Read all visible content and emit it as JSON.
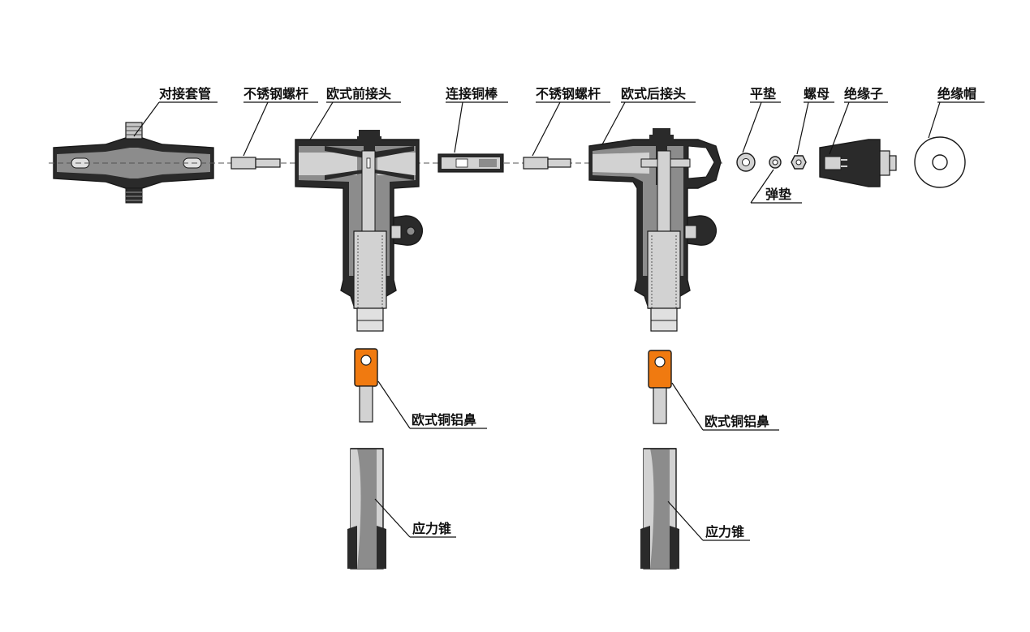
{
  "labels": {
    "butt_sleeve": "对接套管",
    "stainless_bolt_1": "不锈钢螺杆",
    "front_connector": "欧式前接头",
    "copper_rod": "连接铜棒",
    "stainless_bolt_2": "不锈钢螺杆",
    "rear_connector": "欧式后接头",
    "flat_washer": "平垫",
    "spring_washer": "弹垫",
    "nut": "螺母",
    "insulator": "绝缘子",
    "insulating_cap": "绝缘帽",
    "lug_1": "欧式铜铝鼻",
    "lug_2": "欧式铜铝鼻",
    "stress_cone_1": "应力锥",
    "stress_cone_2": "应力锥"
  },
  "colors": {
    "black_rubber": "#2a2a2a",
    "gray_body": "#8c8c8c",
    "light_gray": "#d2d2d2",
    "copper_lug": "#f07a10",
    "outline": "#1a1a1a"
  }
}
